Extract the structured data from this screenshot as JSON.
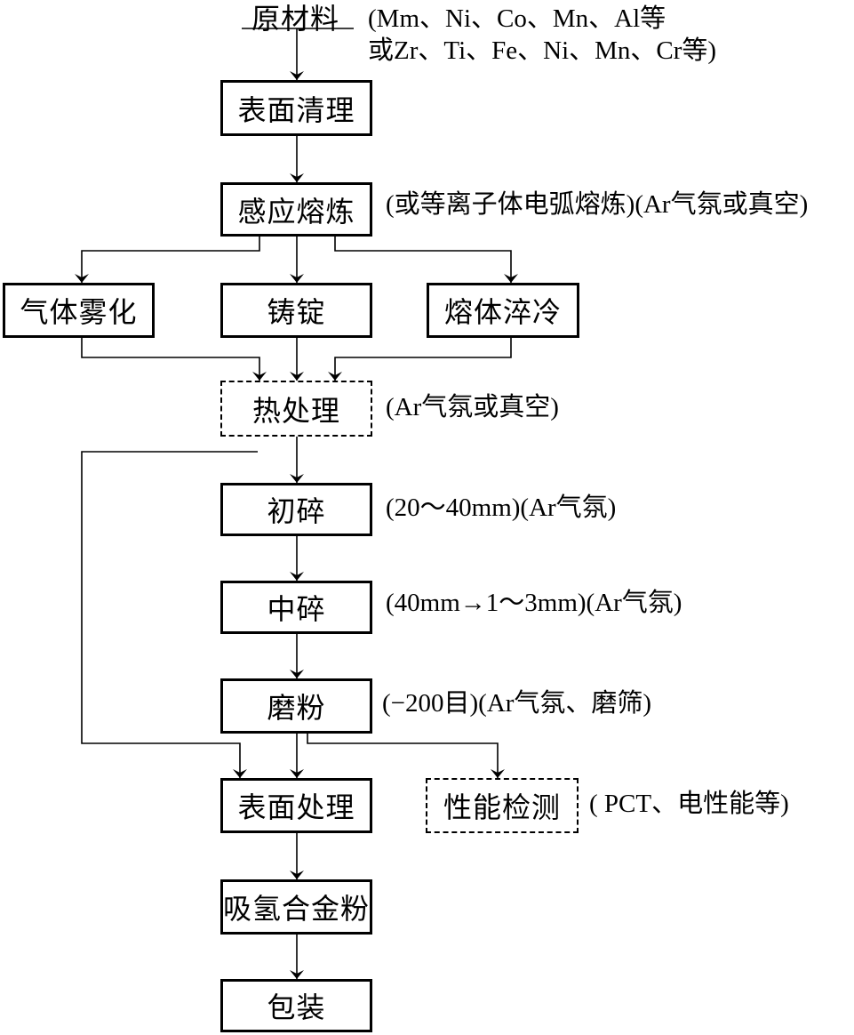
{
  "diagram": {
    "raw_material": {
      "label": "原材料",
      "note_line1": "(Mm、Ni、Co、Mn、Al等",
      "note_line2": "或Zr、Ti、Fe、Ni、Mn、Cr等)"
    },
    "steps": {
      "surface_cleaning": {
        "label": "表面清理"
      },
      "induction_melting": {
        "label": "感应熔炼",
        "note": "(或等离子体电弧熔炼)(Ar气氛或真空)"
      },
      "gas_atomization": {
        "label": "气体雾化"
      },
      "ingot": {
        "label": "铸锭"
      },
      "melt_quenching": {
        "label": "熔体淬冷"
      },
      "heat_treatment": {
        "label": "热处理",
        "note": "(Ar气氛或真空)"
      },
      "primary_crushing": {
        "label": "初碎",
        "note": "(20～40mm)(Ar气氛)"
      },
      "medium_crushing": {
        "label": "中碎",
        "note": "(40mm→1～3mm)(Ar气氛)"
      },
      "grinding": {
        "label": "磨粉",
        "note": "(−200目)(Ar气氛、磨筛)"
      },
      "surface_treatment": {
        "label": "表面处理"
      },
      "performance_testing": {
        "label": "性能检测",
        "note": "( PCT、电性能等)"
      },
      "hydrogen_alloy_powder": {
        "label": "吸氢合金粉"
      },
      "packaging": {
        "label": "包装"
      }
    }
  }
}
